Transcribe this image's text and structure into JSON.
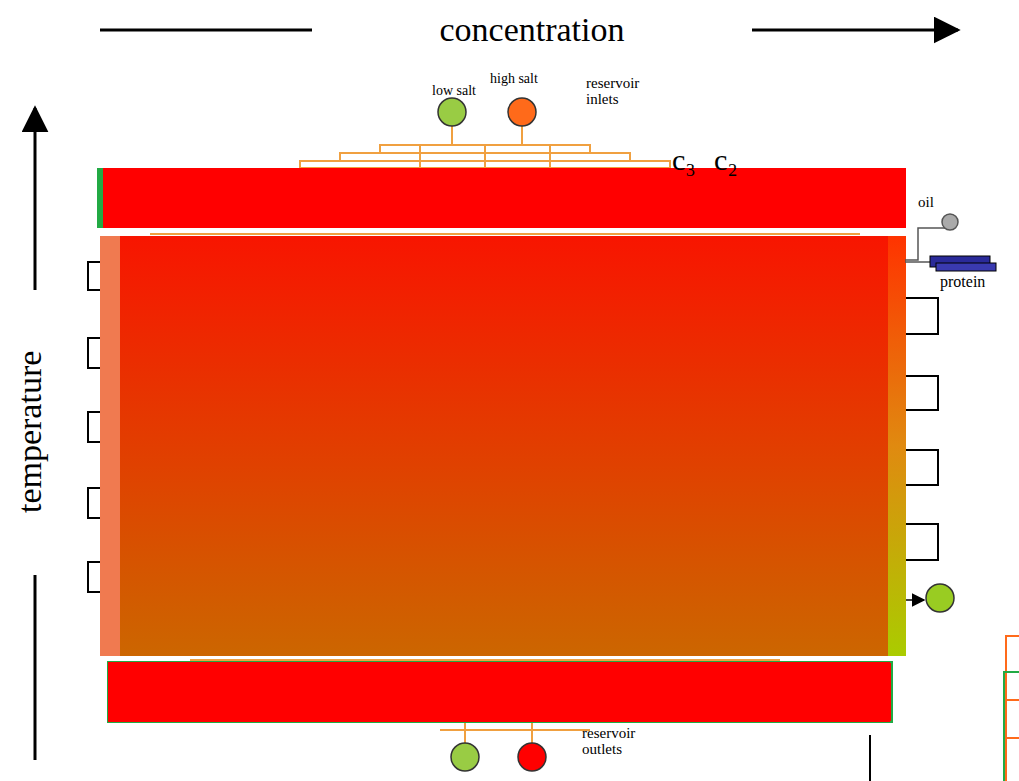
{
  "diagram": {
    "labels": [
      "concentration",
      "temperature",
      "low salt",
      "high salt",
      "reservoir inlets",
      "c₃",
      "c₂",
      "oil",
      "protein",
      "reservoir outlets"
    ]
  }
}
